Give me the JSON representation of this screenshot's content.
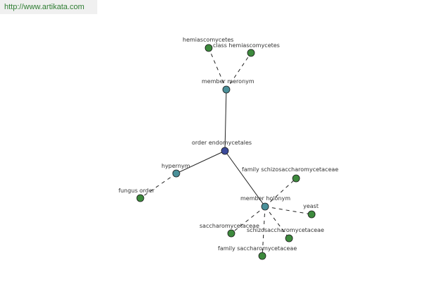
{
  "header": {
    "url": "http://www.artikata.com"
  },
  "colors": {
    "root_node": "#3b4a9a",
    "relation_node": "#4a9099",
    "leaf_node": "#3d8a3d",
    "edge": "#222222",
    "url_text": "#2e7d32"
  },
  "graph": {
    "nodes": [
      {
        "id": "root",
        "label": "order endomycetales",
        "kind": "root"
      },
      {
        "id": "member-meronym",
        "label": "member meronym",
        "kind": "relation"
      },
      {
        "id": "hemiascomycetes",
        "label": "hemiascomycetes",
        "kind": "leaf"
      },
      {
        "id": "class-hemiascomycetes",
        "label": "class hemiascomycetes",
        "kind": "leaf"
      },
      {
        "id": "hypernym",
        "label": "hypernym",
        "kind": "relation"
      },
      {
        "id": "fungus-order",
        "label": "fungus order",
        "kind": "leaf"
      },
      {
        "id": "member-holonym",
        "label": "member holonym",
        "kind": "relation"
      },
      {
        "id": "family-schizosaccharomycetaceae",
        "label": "family schizosaccharomycetaceae",
        "kind": "leaf"
      },
      {
        "id": "yeast",
        "label": "yeast",
        "kind": "leaf"
      },
      {
        "id": "saccharomycetaceae",
        "label": "saccharomycetaceae",
        "kind": "leaf"
      },
      {
        "id": "schizosaccharomycetaceae",
        "label": "schizosaccharomycetaceae",
        "kind": "leaf"
      },
      {
        "id": "family-saccharomycetaceae",
        "label": "family saccharomycetaceae",
        "kind": "leaf"
      }
    ],
    "edges": [
      {
        "from": "root",
        "to": "member-meronym",
        "style": "solid"
      },
      {
        "from": "root",
        "to": "hypernym",
        "style": "solid"
      },
      {
        "from": "root",
        "to": "member-holonym",
        "style": "solid"
      },
      {
        "from": "member-meronym",
        "to": "hemiascomycetes",
        "style": "dashed"
      },
      {
        "from": "member-meronym",
        "to": "class-hemiascomycetes",
        "style": "dashed"
      },
      {
        "from": "hypernym",
        "to": "fungus-order",
        "style": "dashed"
      },
      {
        "from": "member-holonym",
        "to": "family-schizosaccharomycetaceae",
        "style": "dashed"
      },
      {
        "from": "member-holonym",
        "to": "yeast",
        "style": "dashed"
      },
      {
        "from": "member-holonym",
        "to": "saccharomycetaceae",
        "style": "dashed"
      },
      {
        "from": "member-holonym",
        "to": "schizosaccharomycetaceae",
        "style": "dashed"
      },
      {
        "from": "member-holonym",
        "to": "family-saccharomycetaceae",
        "style": "dashed"
      }
    ]
  }
}
